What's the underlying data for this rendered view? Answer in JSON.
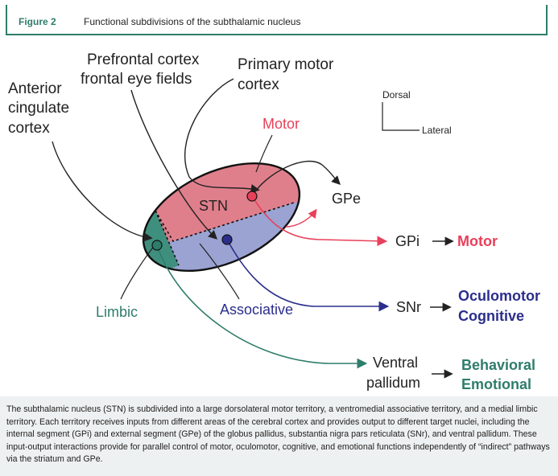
{
  "header": {
    "figure_label": "Figure 2",
    "title": "Functional subdivisions of the subthalamic nucleus"
  },
  "inputs": {
    "prefrontal_line1": "Prefrontal cortex",
    "prefrontal_line2": "frontal eye fields",
    "primary_motor_line1": "Primary motor",
    "primary_motor_line2": "cortex",
    "anterior_line1": "Anterior",
    "anterior_line2": "cingulate",
    "anterior_line3": "cortex"
  },
  "orientation": {
    "dorsal": "Dorsal",
    "lateral": "Lateral"
  },
  "territories": {
    "motor": "Motor",
    "stn": "STN",
    "limbic": "Limbic",
    "associative": "Associative"
  },
  "targets": {
    "gpe": "GPe",
    "gpi": "GPi",
    "snr": "SNr",
    "ventral_line1": "Ventral",
    "ventral_line2": "pallidum"
  },
  "outputs": {
    "gpi_function": "Motor",
    "snr_function_line1": "Oculomotor",
    "snr_function_line2": "Cognitive",
    "ventral_function_line1": "Behavioral",
    "ventral_function_line2": "Emotional"
  },
  "colors": {
    "motor": "#e8405a",
    "associative": "#2b2e8c",
    "limbic": "#2e7d6b",
    "motor_fill": "#e07f8c",
    "assoc_fill": "#9aa3d2",
    "limbic_fill": "#3f8f7e"
  },
  "caption": "The subthalamic nucleus (STN) is subdivided into a large dorsolateral motor territory, a ventromedial associative territory, and a medial limbic territory. Each territory receives inputs from different areas of the cerebral cortex and provides output to different target nuclei, including the internal segment (GPi) and external segment (GPe) of the globus pallidus, substantia nigra pars reticulata (SNr), and ventral pallidum. These input-output interactions provide for parallel control of motor, oculomotor, cognitive, and emotional functions independently of “indirect” pathways via the striatum and GPe."
}
